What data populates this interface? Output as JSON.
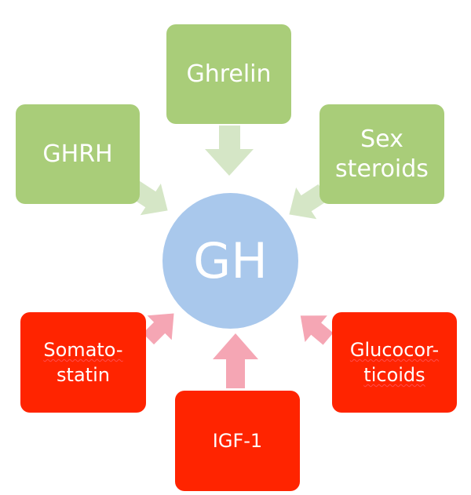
{
  "center": {
    "label": "GH"
  },
  "stimulators": [
    {
      "id": "ghrelin",
      "lines": [
        "Ghrelin"
      ]
    },
    {
      "id": "ghrh",
      "lines": [
        "GHRH"
      ]
    },
    {
      "id": "sex_steroids",
      "lines": [
        "Sex",
        "steroids"
      ]
    }
  ],
  "inhibitors": [
    {
      "id": "somatostatin",
      "lines": [
        "Somato-",
        "statin"
      ]
    },
    {
      "id": "glucocorticoids",
      "lines": [
        "Glucocor-",
        "ticoids"
      ]
    },
    {
      "id": "igf1",
      "lines": [
        "IGF-1"
      ]
    }
  ],
  "colors": {
    "stimulator_box": "#a9cd79",
    "stimulator_arrow": "#d5e6c6",
    "inhibitor_box": "#ff2400",
    "inhibitor_arrow": "#f5a6b4",
    "center_circle": "#a9c8ec"
  }
}
